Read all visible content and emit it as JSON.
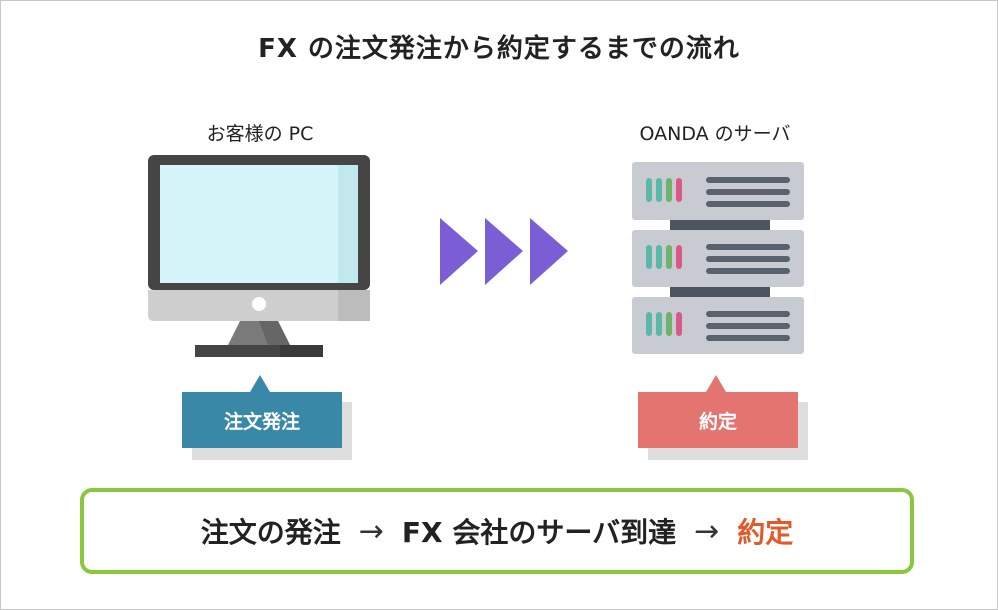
{
  "title": "FX の注文発注から約定するまでの流れ",
  "pc": {
    "label": "お客様の PC",
    "callout": "注文発注"
  },
  "server": {
    "label": "OANDA のサーバ",
    "callout": "約定"
  },
  "summary": {
    "step1": "注文の発注",
    "step2": "FX 会社のサーバ到達",
    "step3": "約定",
    "arrow": "→"
  },
  "colors": {
    "screen": "#d5f5fb",
    "monitor_frame": "#454545",
    "monitor_chin": "#cfcfcf",
    "arrow_purple": "#7b5ed6",
    "callout_blue": "#3a88a8",
    "callout_red": "#e47470",
    "server_body": "#c9cbd3",
    "summary_border": "#8cc63e",
    "accent_orange": "#e05a2b"
  }
}
